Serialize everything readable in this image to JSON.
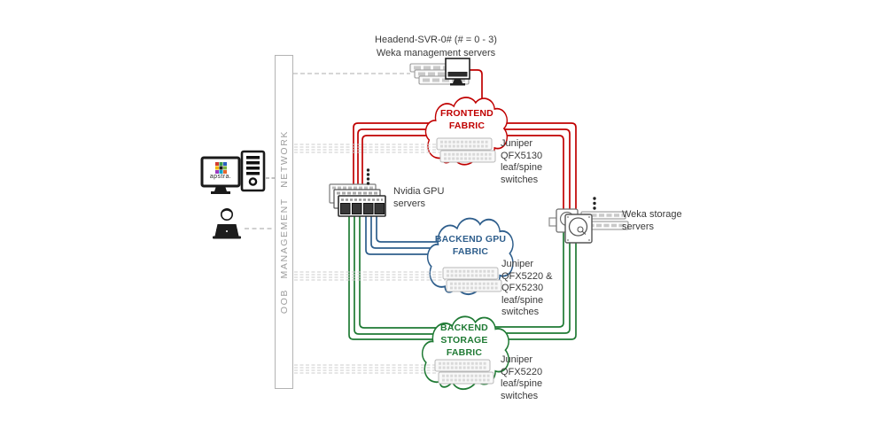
{
  "colors": {
    "frontend_red": "#C00000",
    "backend_gpu_blue": "#2E5E8C",
    "backend_storage_green": "#1F7A34",
    "oob_dash_gray": "#cdcdcd"
  },
  "oob_bar": {
    "label": "OOB MANAGEMENT NETWORK"
  },
  "headend": {
    "lines": [
      "Headend-SVR-0# (# = 0 - 3)",
      "Weka management servers"
    ]
  },
  "apstra_station": {
    "logo_text": "apstra."
  },
  "servers": {
    "nvidia_gpu": {
      "label_lines": [
        "Nvidia GPU",
        "servers"
      ]
    },
    "weka_storage": {
      "label_lines": [
        "Weka storage",
        "servers"
      ]
    }
  },
  "fabrics": {
    "frontend": {
      "title_lines": [
        "FRONTEND",
        "FABRIC"
      ],
      "switch_label_lines": [
        "Juniper",
        "QFX5130",
        "leaf/spine",
        "switches"
      ]
    },
    "backend_gpu": {
      "title_lines": [
        "BACKEND GPU",
        "FABRIC"
      ],
      "switch_label_lines": [
        "Juniper",
        "QFX5220 &",
        "QFX5230",
        "leaf/spine",
        "switches"
      ]
    },
    "backend_storage": {
      "title_lines": [
        "BACKEND",
        "STORAGE",
        "FABRIC"
      ],
      "switch_label_lines": [
        "Juniper",
        "QFX5220",
        "leaf/spine",
        "switches"
      ]
    }
  }
}
